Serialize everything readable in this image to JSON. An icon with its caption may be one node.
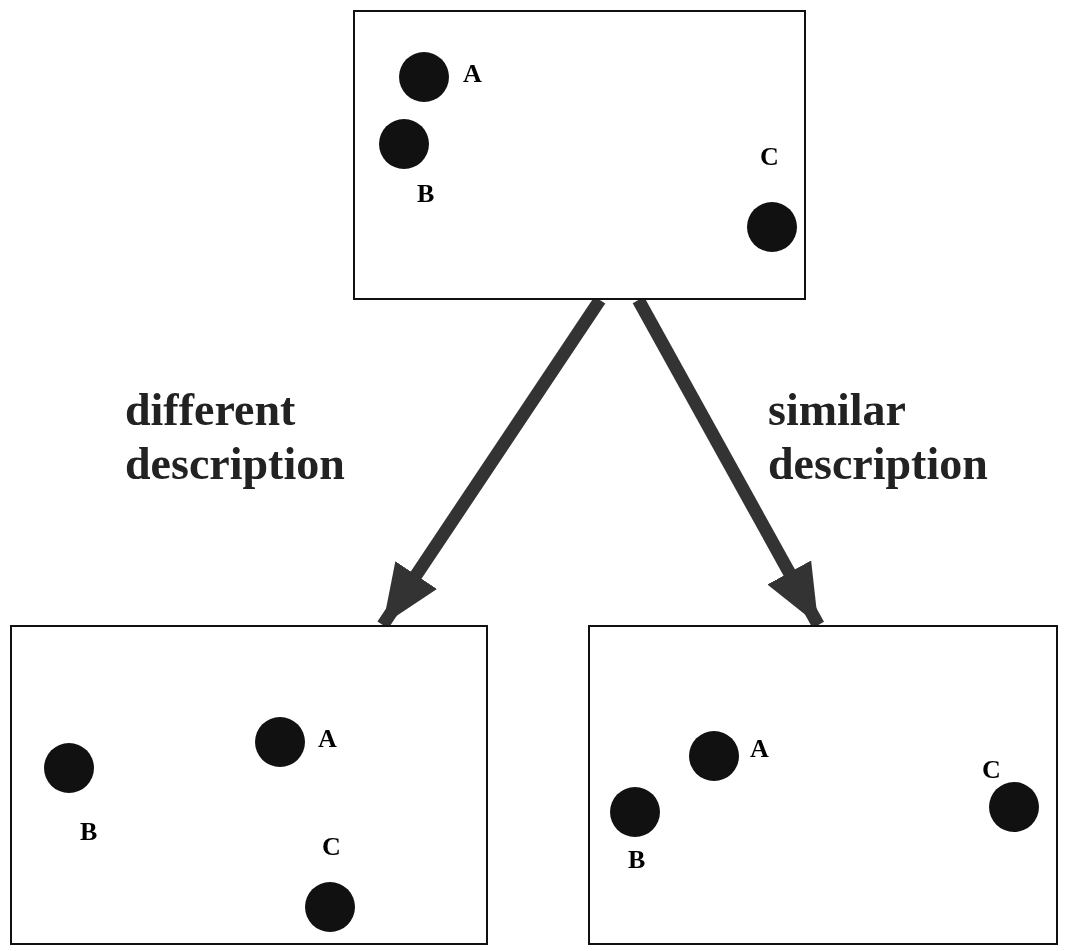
{
  "diagram": {
    "nodes": [
      {
        "text": [],
        "shape": "box"
      },
      {
        "text": [],
        "shape": "circle",
        "beside": [
          "A"
        ],
        "in": 0
      },
      {
        "text": [],
        "shape": "circle",
        "beside": [
          "B"
        ],
        "in": 0
      },
      {
        "text": [],
        "shape": "circle",
        "beside": [
          "C"
        ],
        "in": 0
      },
      {
        "text": [],
        "shape": "box"
      },
      {
        "text": [],
        "shape": "circle",
        "beside": [
          "A"
        ],
        "in": 4
      },
      {
        "text": [],
        "shape": "circle",
        "beside": [
          "B"
        ],
        "in": 4
      },
      {
        "text": [],
        "shape": "circle",
        "beside": [
          "C"
        ],
        "in": 4
      },
      {
        "text": [],
        "shape": "box"
      },
      {
        "text": [],
        "shape": "circle",
        "beside": [
          "A"
        ],
        "in": 8
      },
      {
        "text": [],
        "shape": "circle",
        "beside": [
          "B"
        ],
        "in": 8
      },
      {
        "text": [],
        "shape": "circle",
        "beside": [
          "C"
        ],
        "in": 8
      }
    ],
    "edges": [
      {
        "from": 0,
        "to": 4,
        "arrow": "to",
        "label": "different description"
      },
      {
        "from": 0,
        "to": 8,
        "arrow": "to",
        "label": "similar description"
      }
    ]
  }
}
